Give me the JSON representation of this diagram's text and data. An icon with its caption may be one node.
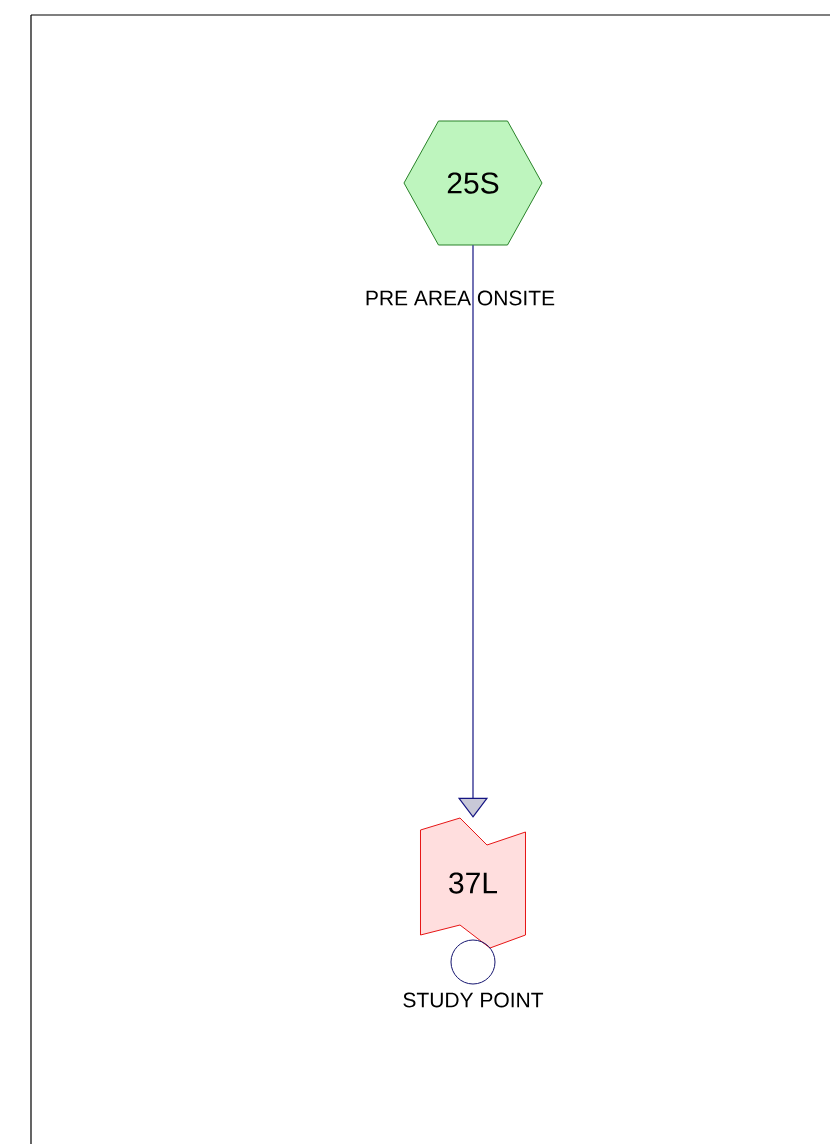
{
  "diagram": {
    "nodes": [
      {
        "text": [
          "25S"
        ],
        "beside": [
          "PRE AREA ONSITE"
        ]
      },
      {
        "text": [
          "37L"
        ],
        "beside": [
          "STUDY POINT"
        ]
      }
    ],
    "edges": [
      {
        "from": 0,
        "to": 1,
        "arrow": "to"
      }
    ]
  }
}
